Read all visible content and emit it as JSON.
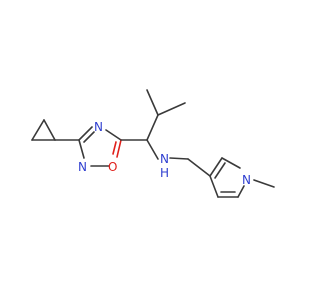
{
  "atoms": {
    "oxadiazole_n4": "N",
    "oxadiazole_n2": "N",
    "oxadiazole_o1": "O",
    "amine_n": "N",
    "amine_h": "H",
    "pyrrole_n": "N"
  },
  "colors": {
    "bond": "#3a3a3a",
    "nitrogen": "#2f3fd0",
    "oxygen": "#e0201b",
    "background": "#ffffff"
  }
}
